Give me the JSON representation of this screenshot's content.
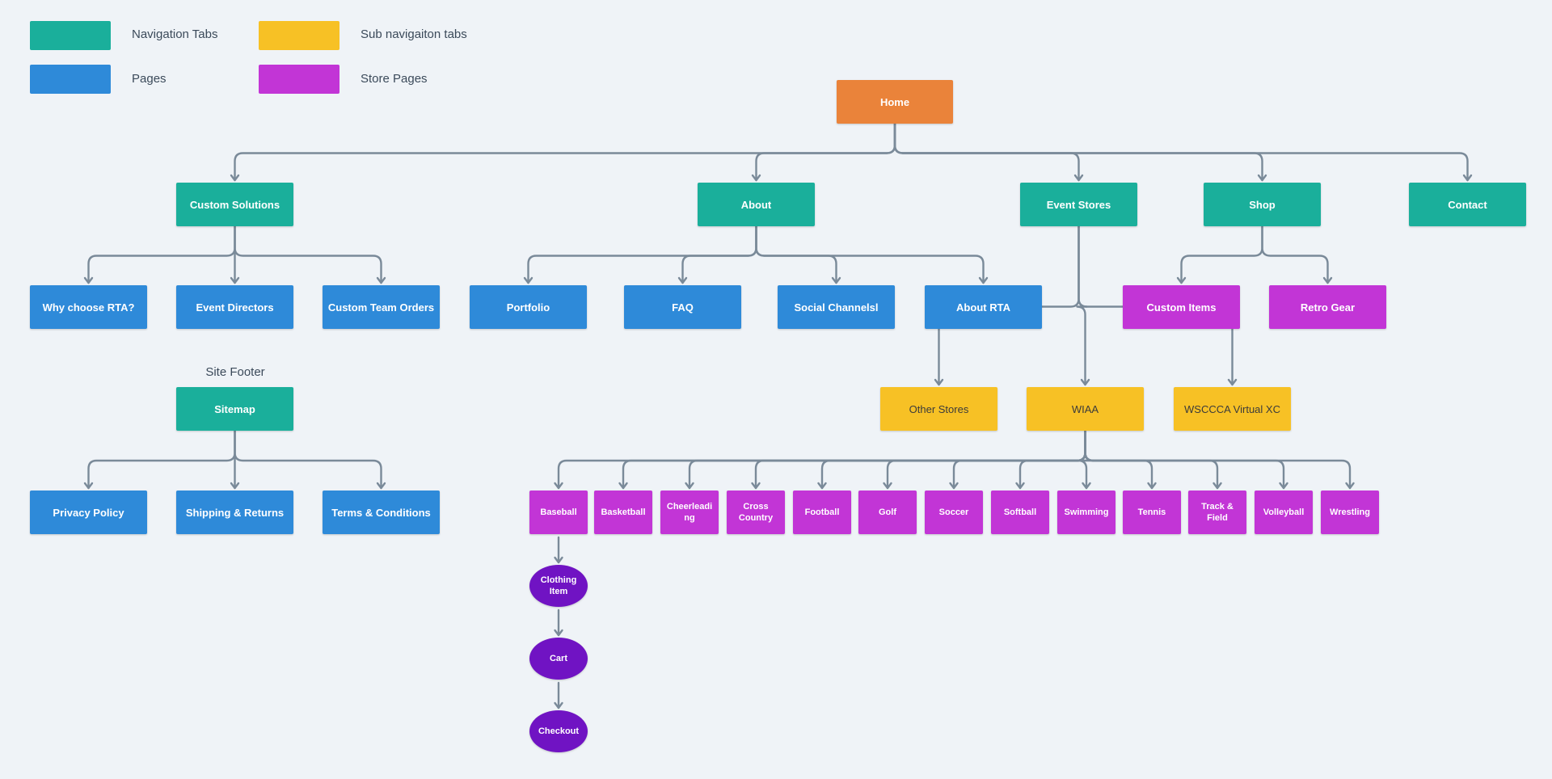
{
  "colors": {
    "nav": "#1aaf9b",
    "page": "#2e8ad9",
    "sub": "#f7c125",
    "store": "#c235d6",
    "home": "#ea833a",
    "flow": "#7013c3",
    "connector": "#7a8a99"
  },
  "legend": [
    {
      "id": "nav",
      "label": "Navigation Tabs",
      "color_key": "nav"
    },
    {
      "id": "page",
      "label": "Pages",
      "color_key": "page"
    },
    {
      "id": "sub",
      "label": "Sub navigaiton tabs",
      "color_key": "sub"
    },
    {
      "id": "store",
      "label": "Store Pages",
      "color_key": "store"
    }
  ],
  "footer_title": "Site Footer",
  "nodes": {
    "home": {
      "label": "Home",
      "type": "home"
    },
    "custom_solutions": {
      "label": "Custom Solutions",
      "type": "nav"
    },
    "about": {
      "label": "About",
      "type": "nav"
    },
    "event_stores": {
      "label": "Event Stores",
      "type": "nav"
    },
    "shop": {
      "label": "Shop",
      "type": "nav"
    },
    "contact": {
      "label": "Contact",
      "type": "nav"
    },
    "why_rta": {
      "label": "Why choose RTA?",
      "type": "page"
    },
    "event_directors": {
      "label": "Event Directors",
      "type": "page"
    },
    "custom_team_orders": {
      "label": "Custom Team Orders",
      "type": "page"
    },
    "portfolio": {
      "label": "Portfolio",
      "type": "page"
    },
    "faq": {
      "label": "FAQ",
      "type": "page"
    },
    "social_channels": {
      "label": "Social Channelsl",
      "type": "page"
    },
    "about_rta": {
      "label": "About RTA",
      "type": "page"
    },
    "custom_items": {
      "label": "Custom Items",
      "type": "store"
    },
    "retro_gear": {
      "label": "Retro Gear",
      "type": "store"
    },
    "other_stores": {
      "label": "Other Stores",
      "type": "sub"
    },
    "wiaa": {
      "label": "WIAA",
      "type": "sub"
    },
    "wsccca": {
      "label": "WSCCCA Virtual XC",
      "type": "sub"
    },
    "sitemap": {
      "label": "Sitemap",
      "type": "nav"
    },
    "privacy_policy": {
      "label": "Privacy Policy",
      "type": "page"
    },
    "shipping_returns": {
      "label": "Shipping & Returns",
      "type": "page"
    },
    "terms_conditions": {
      "label": "Terms & Conditions",
      "type": "page"
    },
    "baseball": {
      "label": "Baseball",
      "type": "store"
    },
    "basketball": {
      "label": "Basketball",
      "type": "store"
    },
    "cheerleading": {
      "label": "Cheerleadi ng",
      "type": "store"
    },
    "cross_country": {
      "label": "Cross Country",
      "type": "store"
    },
    "football": {
      "label": "Football",
      "type": "store"
    },
    "golf": {
      "label": "Golf",
      "type": "store"
    },
    "soccer": {
      "label": "Soccer",
      "type": "store"
    },
    "softball": {
      "label": "Softball",
      "type": "store"
    },
    "swimming": {
      "label": "Swimming",
      "type": "store"
    },
    "tennis": {
      "label": "Tennis",
      "type": "store"
    },
    "track_field": {
      "label": "Track & Field",
      "type": "store"
    },
    "volleyball": {
      "label": "Volleyball",
      "type": "store"
    },
    "wrestling": {
      "label": "Wrestling",
      "type": "store"
    },
    "clothing_item": {
      "label": "Clothing Item",
      "type": "flow"
    },
    "cart": {
      "label": "Cart",
      "type": "flow"
    },
    "checkout": {
      "label": "Checkout",
      "type": "flow"
    }
  },
  "trees": [
    {
      "parent": "home",
      "children": [
        "custom_solutions",
        "about",
        "event_stores",
        "shop",
        "contact"
      ]
    },
    {
      "parent": "custom_solutions",
      "children": [
        "why_rta",
        "event_directors",
        "custom_team_orders"
      ]
    },
    {
      "parent": "about",
      "children": [
        "portfolio",
        "faq",
        "social_channels",
        "about_rta"
      ]
    },
    {
      "parent": "shop",
      "children": [
        "custom_items",
        "retro_gear"
      ]
    },
    {
      "parent": "event_stores",
      "children": [
        "other_stores",
        "wiaa",
        "wsccca"
      ]
    },
    {
      "parent": "sitemap",
      "children": [
        "privacy_policy",
        "shipping_returns",
        "terms_conditions"
      ]
    },
    {
      "parent": "wiaa",
      "children": [
        "baseball",
        "basketball",
        "cheerleading",
        "cross_country",
        "football",
        "golf",
        "soccer",
        "softball",
        "swimming",
        "tennis",
        "track_field",
        "volleyball",
        "wrestling"
      ]
    }
  ],
  "chains": [
    [
      "baseball",
      "clothing_item",
      "cart",
      "checkout"
    ]
  ]
}
